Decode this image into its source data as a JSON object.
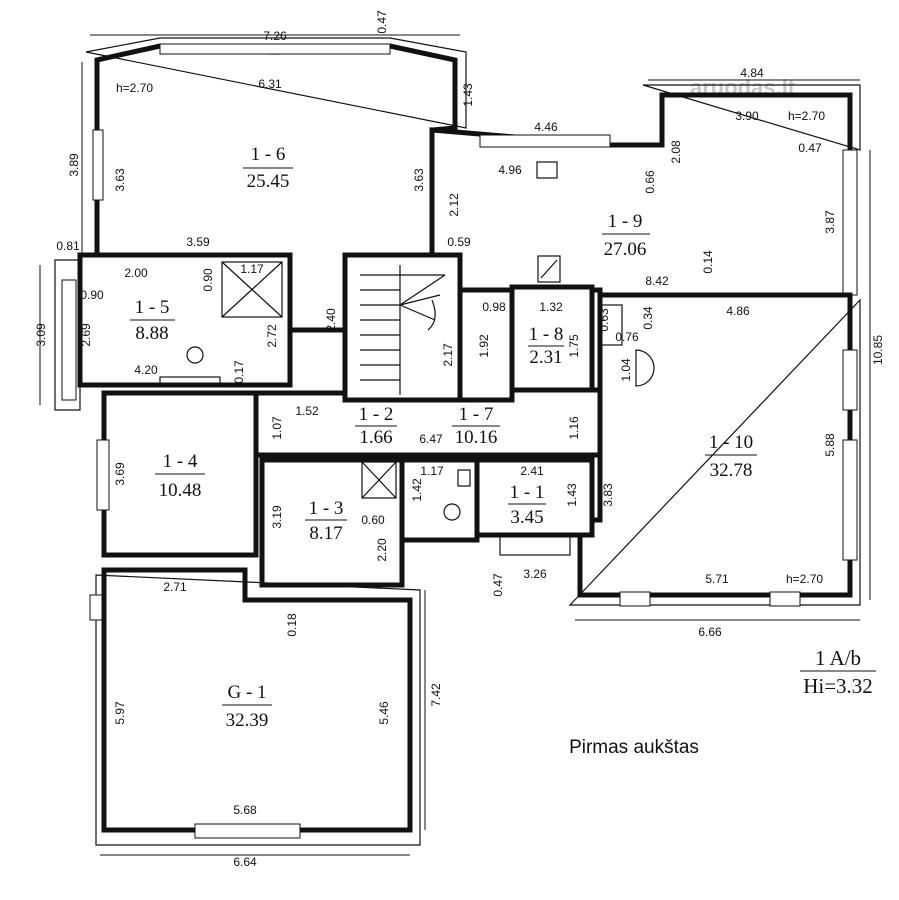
{
  "watermark": "aruodas.lt",
  "caption": "Pirmas aukštas",
  "stamp": {
    "code": "1 A/b",
    "height": "Hi=3.32"
  },
  "rooms": [
    {
      "id": "1 - 6",
      "area": "25.45"
    },
    {
      "id": "1 - 5",
      "area": "8.88"
    },
    {
      "id": "1 - 9",
      "area": "27.06"
    },
    {
      "id": "1 - 8",
      "area": "2.31"
    },
    {
      "id": "1 - 4",
      "area": "10.48"
    },
    {
      "id": "1 - 2",
      "area": "1.66"
    },
    {
      "id": "1 - 7",
      "area": "10.16"
    },
    {
      "id": "1 - 10",
      "area": "32.78"
    },
    {
      "id": "1 - 3",
      "area": "8.17"
    },
    {
      "id": "1 - 1",
      "area": "3.45"
    },
    {
      "id": "G - 1",
      "area": "32.39"
    }
  ],
  "dimensions": [
    "7.26",
    "0.47",
    "6.31",
    "h=2.70",
    "1.43",
    "3.89",
    "3.63",
    "3.63",
    "4.84",
    "3.90",
    "h=2.70",
    "4.46",
    "2.08",
    "0.47",
    "4.96",
    "0.66",
    "2.12",
    "3.87",
    "0.81",
    "3.59",
    "0.59",
    "0.14",
    "8.42",
    "2.00",
    "1.17",
    "0.90",
    "0.90",
    "0.98",
    "1.32",
    "0.34",
    "4.86",
    "3.09",
    "2.69",
    "2.72",
    "2.40",
    "1.75",
    "1.92",
    "0.63",
    "0.76",
    "10.85",
    "4.20",
    "0.17",
    "2.17",
    "1.04",
    "1.52",
    "1.07",
    "1.16",
    "5.88",
    "6.47",
    "3.69",
    "1.17",
    "2.41",
    "1.42",
    "1.43",
    "3.83",
    "3.19",
    "0.60",
    "2.20",
    "0.47",
    "3.26",
    "5.71",
    "h=2.70",
    "2.71",
    "6.66",
    "0.18",
    "5.97",
    "5.46",
    "7.42",
    "5.68",
    "6.64"
  ]
}
